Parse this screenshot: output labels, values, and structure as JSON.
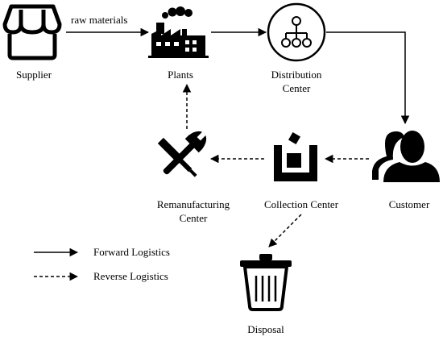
{
  "nodes": {
    "supplier": {
      "label": "Supplier",
      "icon": "storefront-icon"
    },
    "plants": {
      "label": "Plants",
      "icon": "factory-icon"
    },
    "distribution": {
      "label_line1": "Distribution",
      "label_line2": "Center",
      "icon": "hierarchy-network-icon"
    },
    "customer": {
      "label": "Customer",
      "icon": "user-silhouette-icon"
    },
    "collection": {
      "label": "Collection Center",
      "icon": "collection-bin-icon"
    },
    "remanufacturing": {
      "label_line1": "Remanufacturing",
      "label_line2": "Center",
      "icon": "wrench-screwdriver-icon"
    },
    "disposal": {
      "label": "Disposal",
      "icon": "trash-can-icon"
    }
  },
  "edges": {
    "raw_materials_label": "raw materials"
  },
  "legend": {
    "forward": "Forward Logistics",
    "reverse": "Reverse Logistics"
  },
  "colors": {
    "ink": "#000000",
    "background": "#ffffff"
  }
}
